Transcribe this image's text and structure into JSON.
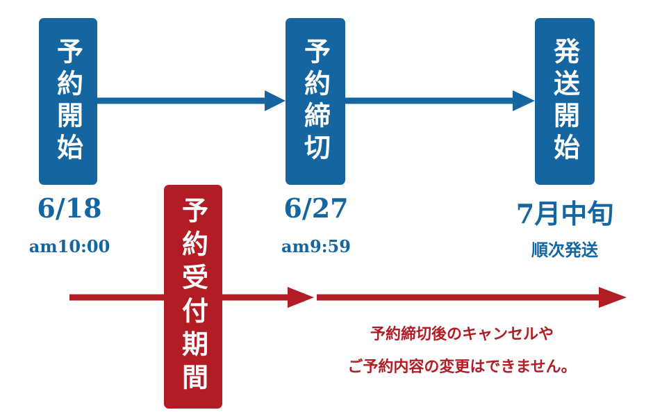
{
  "colors": {
    "blue": "#1565a0",
    "red": "#b21c24"
  },
  "steps": [
    {
      "label": "予約開始",
      "date": "6/18",
      "time": "am10:00"
    },
    {
      "label": "予約締切",
      "date": "6/27",
      "time": "am9:59"
    },
    {
      "label": "発送開始",
      "date": "7月中旬",
      "time": "順次発送"
    }
  ],
  "period_label": "予約受付期間",
  "notice_lines": [
    "予約締切後のキャンセルや",
    "ご予約内容の変更はできません。"
  ]
}
